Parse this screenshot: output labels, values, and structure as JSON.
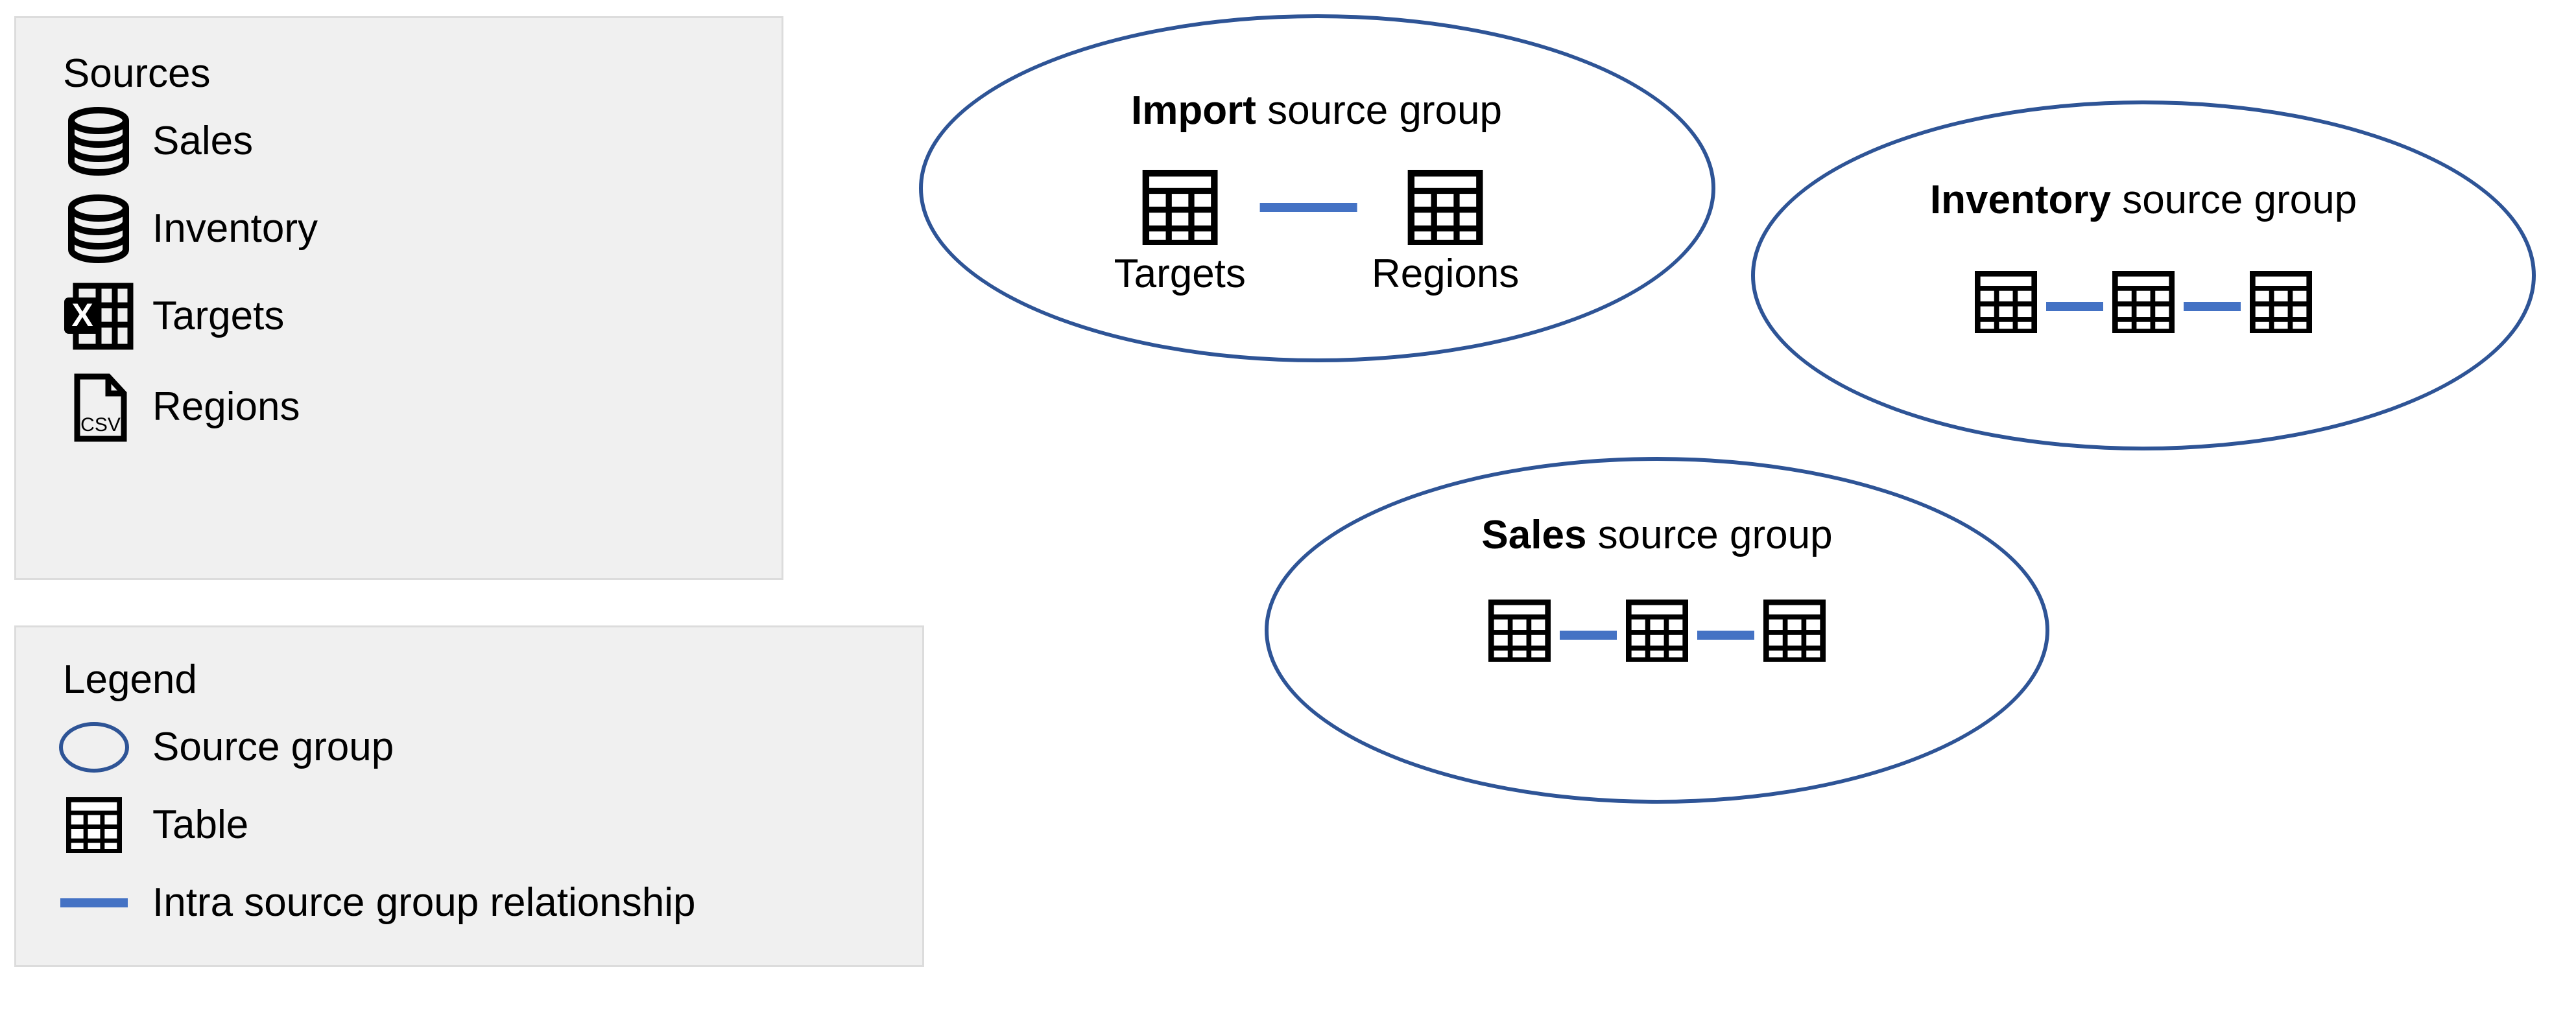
{
  "sources_panel": {
    "title": "Sources",
    "items": [
      {
        "label": "Sales",
        "icon": "database-icon"
      },
      {
        "label": "Inventory",
        "icon": "database-icon"
      },
      {
        "label": "Targets",
        "icon": "excel-file-icon"
      },
      {
        "label": "Regions",
        "icon": "csv-file-icon"
      }
    ]
  },
  "legend_panel": {
    "title": "Legend",
    "items": [
      {
        "label": "Source group",
        "icon": "ellipse-outline-icon"
      },
      {
        "label": "Table",
        "icon": "table-grid-icon"
      },
      {
        "label": "Intra source group relationship",
        "icon": "blue-line-icon"
      }
    ]
  },
  "groups": [
    {
      "id": "import",
      "title_strong": "Import",
      "title_rest": " source group",
      "tables": [
        {
          "label": "Targets"
        },
        {
          "label": "Regions"
        }
      ],
      "connections": 1
    },
    {
      "id": "inventory",
      "title_strong": "Inventory",
      "title_rest": " source group",
      "tables": [
        {
          "label": ""
        },
        {
          "label": ""
        },
        {
          "label": ""
        }
      ],
      "connections": 2
    },
    {
      "id": "sales",
      "title_strong": "Sales",
      "title_rest": " source group",
      "tables": [
        {
          "label": ""
        },
        {
          "label": ""
        },
        {
          "label": ""
        }
      ],
      "connections": 2
    }
  ],
  "icon_labels": {
    "csv_text": "CSV",
    "excel_letter": "X"
  },
  "colors": {
    "panel_fill": "#F0F0F0",
    "panel_border": "#DCDCDC",
    "ellipse_stroke": "#2E5496",
    "connector_line": "#4472C4",
    "icon_black": "#000000",
    "page_background": "#FFFFFF"
  }
}
